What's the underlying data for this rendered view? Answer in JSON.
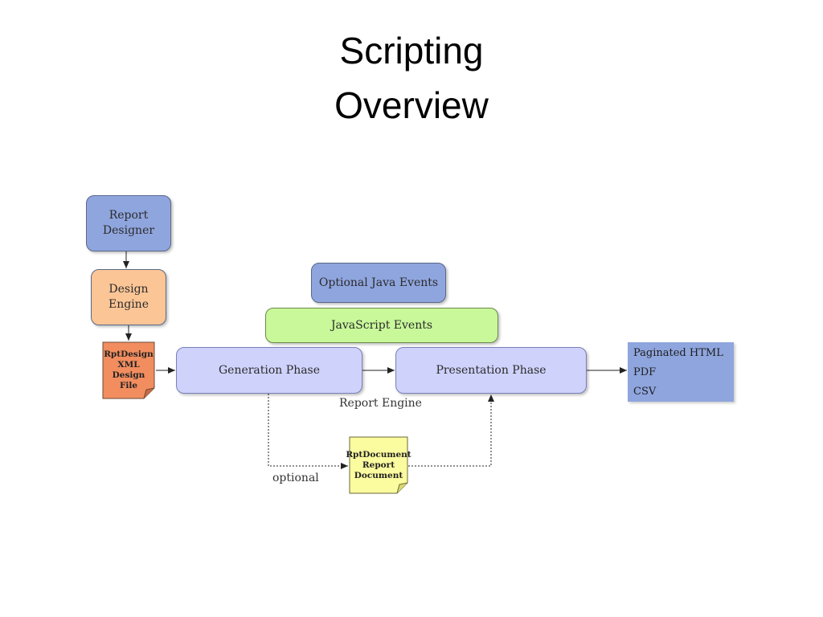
{
  "slide": {
    "title_line1": "Scripting",
    "title_line2": "Overview"
  },
  "diagram": {
    "report_designer": {
      "line1": "Report",
      "line2": "Designer"
    },
    "design_engine": {
      "line1": "Design",
      "line2": "Engine"
    },
    "rptdesign_file": {
      "line1": "RptDesign",
      "line2": "XML",
      "line3": "Design File"
    },
    "optional_java_events": "Optional Java Events",
    "javascript_events": "JavaScript Events",
    "generation_phase": "Generation Phase",
    "presentation_phase": "Presentation Phase",
    "report_engine_label": "Report Engine",
    "rptdocument_file": {
      "line1": "RptDocument",
      "line2": "Report",
      "line3": "Document"
    },
    "optional_label": "optional",
    "outputs": [
      "Paginated HTML",
      "PDF",
      "CSV"
    ]
  },
  "colors": {
    "blue_box": "#8fa5de",
    "orange_box": "#fbc596",
    "green_box": "#c8f89a",
    "lavender_box": "#cfd2fb",
    "file_orange": "#f28d5f",
    "file_yellow": "#fbfb9f"
  }
}
